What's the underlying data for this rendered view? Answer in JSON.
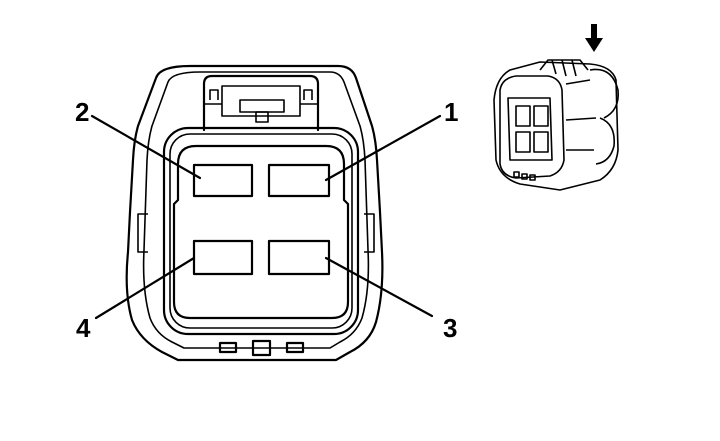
{
  "pins": [
    {
      "label": "1"
    },
    {
      "label": "2"
    },
    {
      "label": "3"
    },
    {
      "label": "4"
    }
  ],
  "colors": {
    "line": "#000000",
    "background": "#ffffff"
  },
  "icons": {
    "direction": "arrow-down-icon"
  }
}
